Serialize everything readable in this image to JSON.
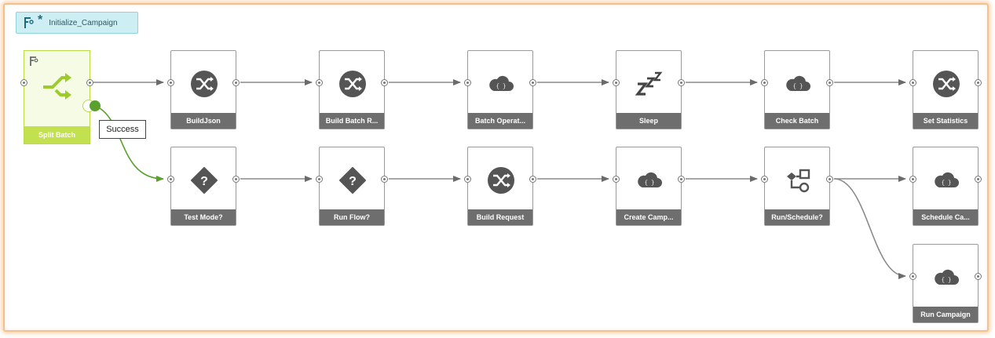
{
  "flow": {
    "title": "Initialize_Campaign",
    "modified_marker": "*"
  },
  "split_node": {
    "label": "Split Batch",
    "success_tooltip": "Success"
  },
  "row1": [
    {
      "label": "BuildJson",
      "icon": "shuffle-icon"
    },
    {
      "label": "Build Batch R...",
      "icon": "shuffle-icon"
    },
    {
      "label": "Batch Operat...",
      "icon": "cloud-icon"
    },
    {
      "label": "Sleep",
      "icon": "sleep-zzz-icon"
    },
    {
      "label": "Check Batch",
      "icon": "cloud-icon"
    },
    {
      "label": "Set Statistics",
      "icon": "shuffle-icon"
    }
  ],
  "row2": [
    {
      "label": "Test Mode?",
      "icon": "decision-icon"
    },
    {
      "label": "Run Flow?",
      "icon": "decision-icon"
    },
    {
      "label": "Build Request",
      "icon": "shuffle-icon"
    },
    {
      "label": "Create Camp...",
      "icon": "cloud-icon"
    },
    {
      "label": "Run/Schedule?",
      "icon": "branch-icon"
    },
    {
      "label": "Schedule Ca...",
      "icon": "cloud-icon"
    }
  ],
  "row3": [
    {
      "label": "Run Campaign",
      "icon": "cloud-icon"
    }
  ],
  "colors": {
    "node_label_bg": "#6e6e6e",
    "split_accent": "#c3e04e",
    "success_wire": "#5aa02c",
    "title_bg": "#cdeef2",
    "frame_glow": "#f6c08a"
  }
}
